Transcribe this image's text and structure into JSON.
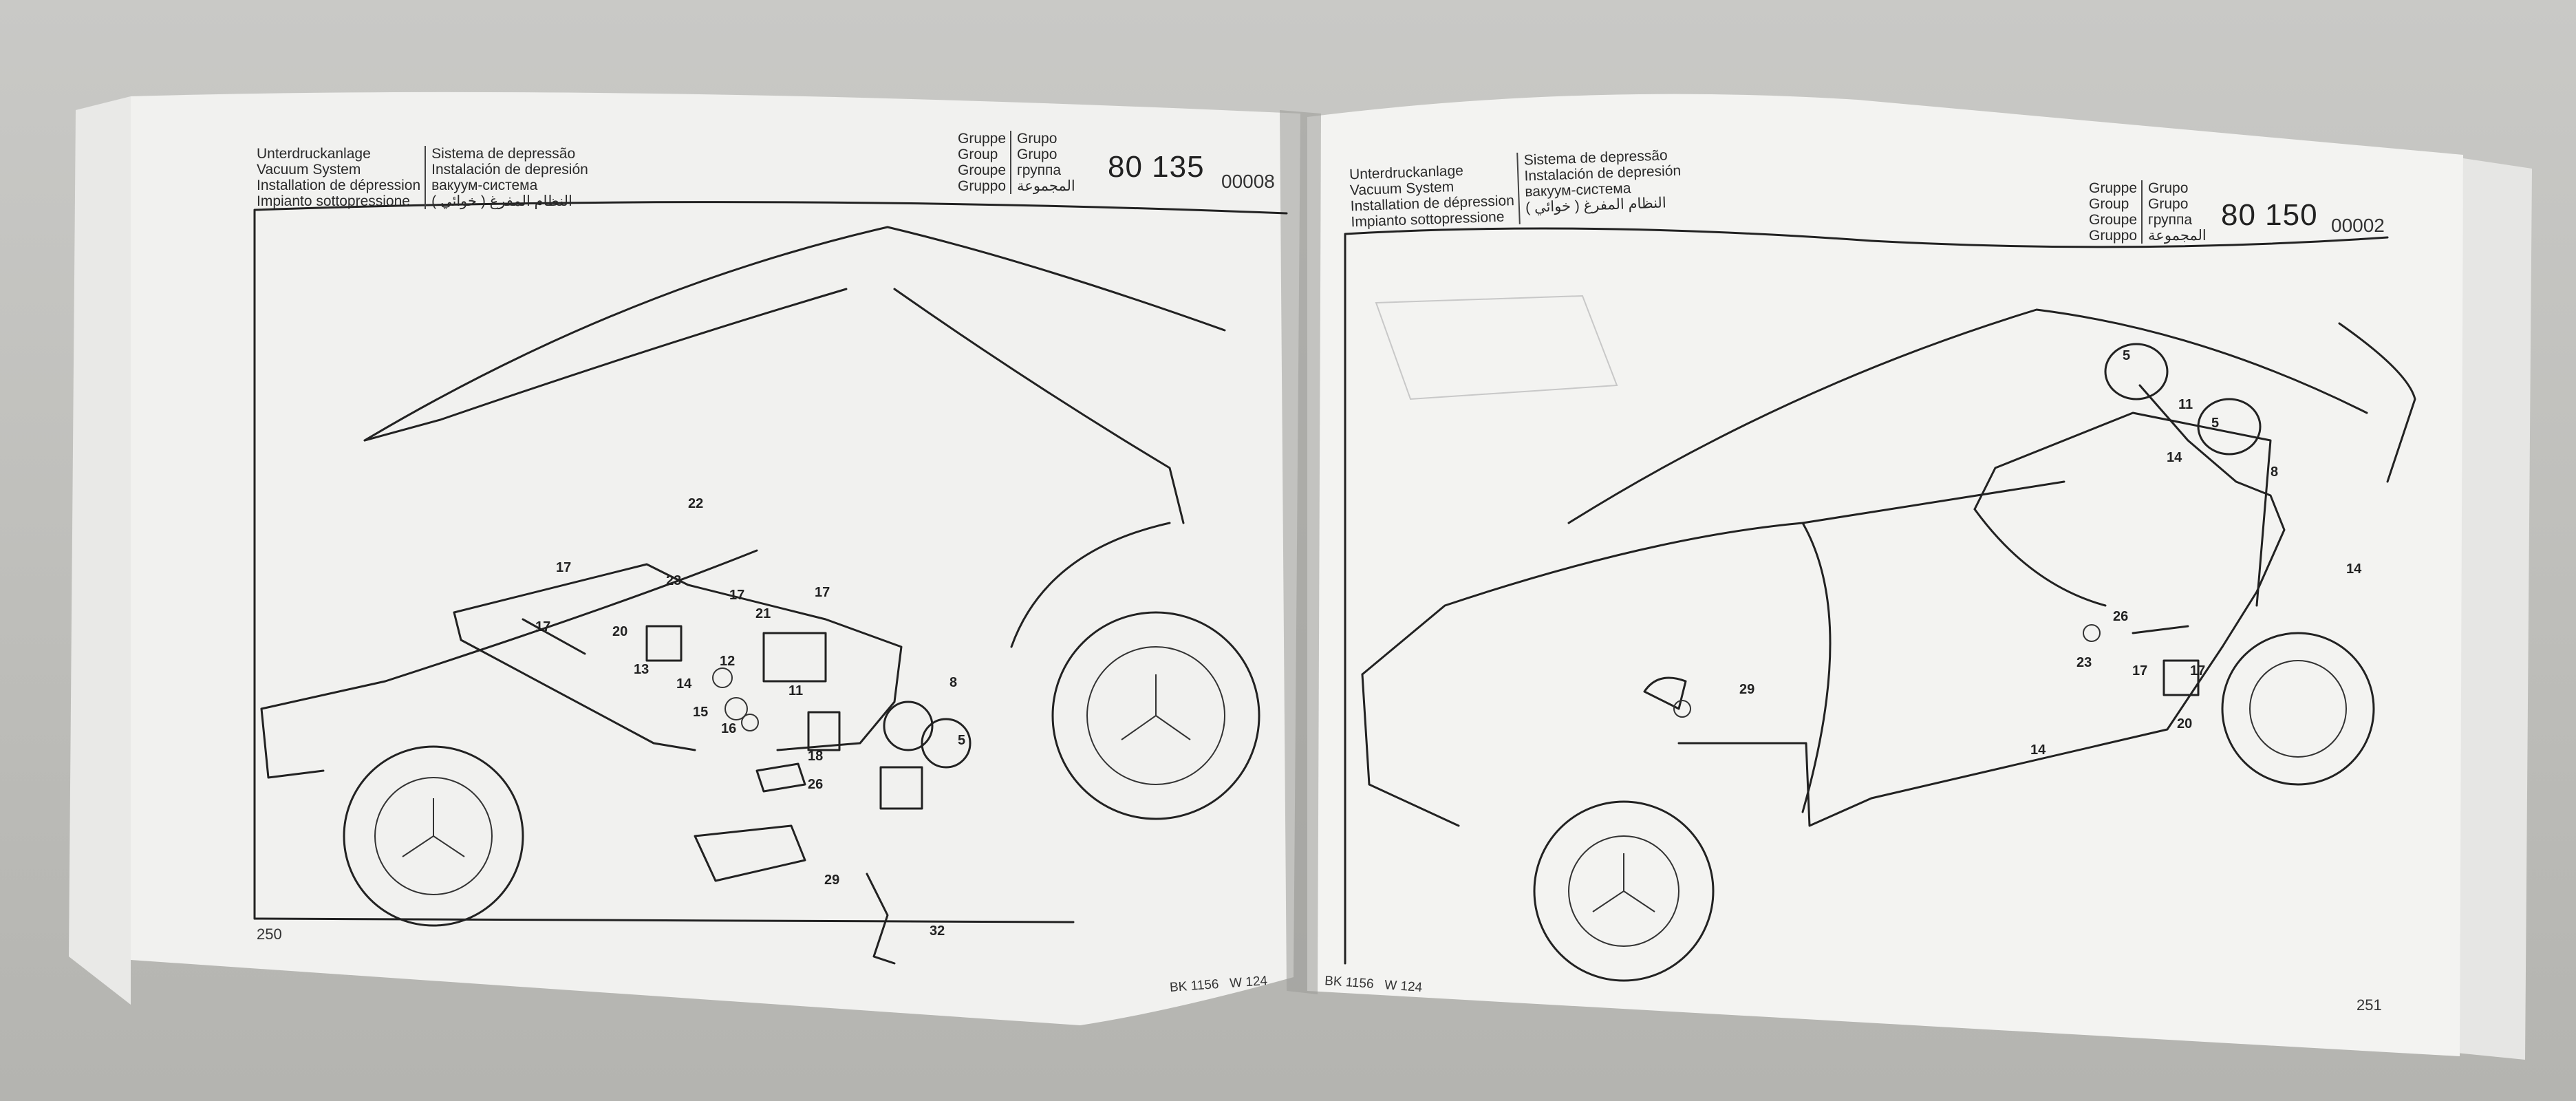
{
  "left_page": {
    "title_lines": [
      "Unterdruckanlage",
      "Vacuum System",
      "Installation de dépression",
      "Impianto sottopressione"
    ],
    "title_lines_2": [
      "Sistema de depressão",
      "Instalación de depresión",
      "вакуум-система",
      "النظام المفرغ ( خوائي )"
    ],
    "group_labels": [
      "Gruppe",
      "Group",
      "Groupe",
      "Gruppo"
    ],
    "group_labels_2": [
      "Grupo",
      "Grupo",
      "группа",
      "المجموعة"
    ],
    "group_number": "80 135",
    "sheet_code": "00008",
    "page_number": "250",
    "footer": "BK 1156   W 124",
    "callouts": [
      "22",
      "17",
      "23",
      "17",
      "17",
      "17",
      "20",
      "21",
      "13",
      "14",
      "12",
      "8",
      "11",
      "15",
      "16",
      "5",
      "18",
      "26",
      "29",
      "32"
    ]
  },
  "right_page": {
    "title_lines": [
      "Unterdruckanlage",
      "Vacuum System",
      "Installation de dépression",
      "Impianto sottopressione"
    ],
    "title_lines_2": [
      "Sistema de depressão",
      "Instalación de depresión",
      "вакуум-система",
      "النظام المفرغ ( خوائي )"
    ],
    "group_labels": [
      "Gruppe",
      "Group",
      "Groupe",
      "Gruppo"
    ],
    "group_labels_2": [
      "Grupo",
      "Grupo",
      "группа",
      "المجموعة"
    ],
    "group_number": "80 150",
    "sheet_code": "00002",
    "page_number": "251",
    "footer": "BK 1156   W 124",
    "callouts": [
      "5",
      "11",
      "5",
      "14",
      "8",
      "14",
      "26",
      "23",
      "17",
      "17",
      "20",
      "29",
      "14"
    ]
  }
}
